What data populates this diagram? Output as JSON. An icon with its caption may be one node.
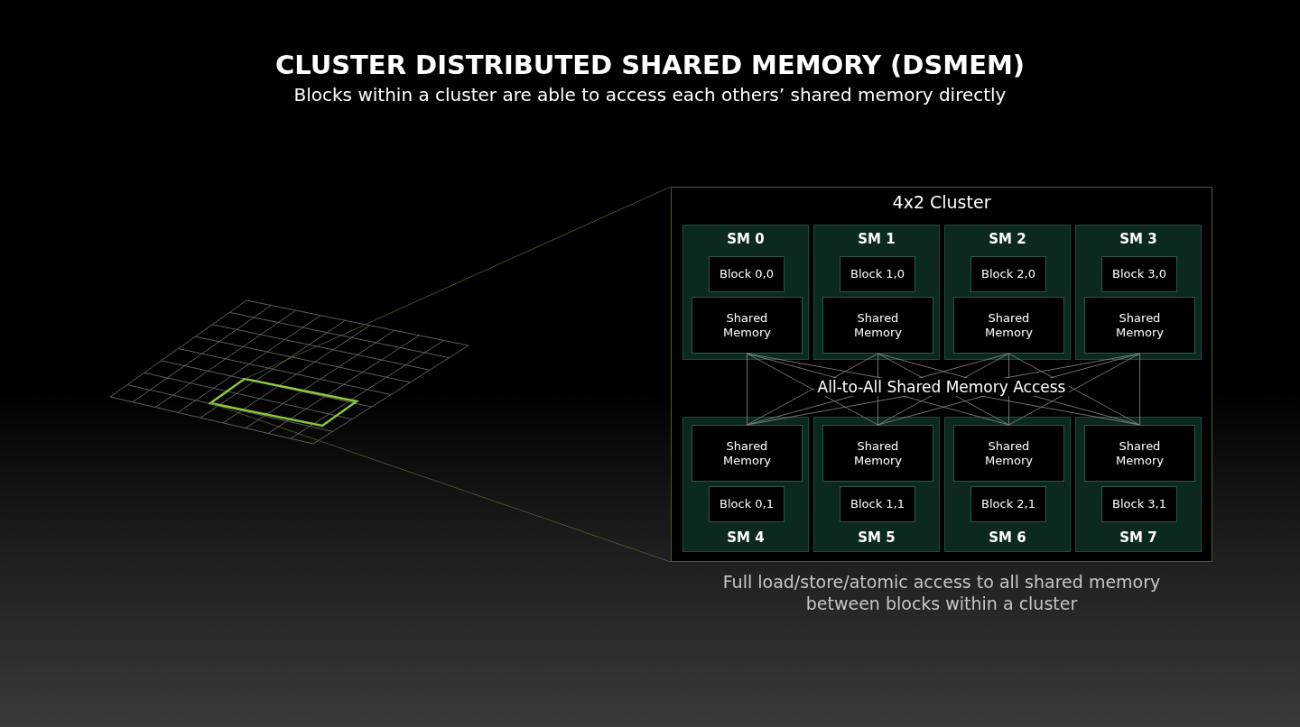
{
  "diagram": {
    "title": "CLUSTER DISTRIBUTED SHARED MEMORY (DSMEM)",
    "caption": "Full load/store/atomic access to all shared memory between blocks within a cluster",
    "nodes": [
      {
        "text": [
          "4x2 Cluster"
        ]
      },
      {
        "text": [
          "SM 0"
        ],
        "in": 0
      },
      {
        "text": [
          "Block 0,0"
        ],
        "in": 1
      },
      {
        "text": [
          "Shared Memory"
        ],
        "in": 1
      },
      {
        "text": [
          "SM 1"
        ],
        "in": 0
      },
      {
        "text": [
          "Block 1,0"
        ],
        "in": 4
      },
      {
        "text": [
          "Shared Memory"
        ],
        "in": 4
      },
      {
        "text": [
          "SM 2"
        ],
        "in": 0
      },
      {
        "text": [
          "Block 2,0"
        ],
        "in": 7
      },
      {
        "text": [
          "Shared Memory"
        ],
        "in": 7
      },
      {
        "text": [
          "SM 3"
        ],
        "in": 0
      },
      {
        "text": [
          "Block 3,0"
        ],
        "in": 10
      },
      {
        "text": [
          "Shared Memory"
        ],
        "in": 10
      },
      {
        "text": [
          "SM 4"
        ],
        "in": 0
      },
      {
        "text": [
          "Shared Memory"
        ],
        "in": 13
      },
      {
        "text": [
          "Block 0,1"
        ],
        "in": 13
      },
      {
        "text": [
          "SM 5"
        ],
        "in": 0
      },
      {
        "text": [
          "Shared Memory"
        ],
        "in": 16
      },
      {
        "text": [
          "Block 1,1"
        ],
        "in": 16
      },
      {
        "text": [
          "SM 6"
        ],
        "in": 0
      },
      {
        "text": [
          "Shared Memory"
        ],
        "in": 19
      },
      {
        "text": [
          "Block 2,1"
        ],
        "in": 19
      },
      {
        "text": [
          "SM 7"
        ],
        "in": 0
      },
      {
        "text": [
          "Shared Memory"
        ],
        "in": 22
      },
      {
        "text": [
          "Block 3,1"
        ],
        "in": 22
      },
      {
        "text": [],
        "shape": "box"
      }
    ],
    "edges": [
      {
        "from": 25,
        "to": 0,
        "arrow": "none",
        "color": "#5c6233"
      },
      {
        "from": 25,
        "to": 0,
        "arrow": "none",
        "color": "#5c6233"
      },
      {
        "from": 3,
        "to": 14,
        "arrow": "none"
      },
      {
        "from": 3,
        "to": 17,
        "arrow": "none"
      },
      {
        "from": 3,
        "to": 20,
        "arrow": "none"
      },
      {
        "from": 3,
        "to": 23,
        "arrow": "none"
      },
      {
        "from": 6,
        "to": 14,
        "arrow": "none"
      },
      {
        "from": 6,
        "to": 17,
        "arrow": "none"
      },
      {
        "from": 6,
        "to": 20,
        "arrow": "none"
      },
      {
        "from": 6,
        "to": 23,
        "arrow": "none"
      },
      {
        "from": 9,
        "to": 14,
        "arrow": "none"
      },
      {
        "from": 9,
        "to": 17,
        "arrow": "none"
      },
      {
        "from": 9,
        "to": 20,
        "arrow": "none"
      },
      {
        "from": 9,
        "to": 23,
        "arrow": "none"
      },
      {
        "from": 12,
        "to": 14,
        "arrow": "none"
      },
      {
        "from": 12,
        "to": 17,
        "arrow": "none"
      },
      {
        "from": 12,
        "to": 20,
        "arrow": "none"
      },
      {
        "from": 12,
        "to": 23,
        "arrow": "none"
      }
    ],
    "labels": [
      "Blocks within a cluster are able to access each others’ shared memory directly",
      "All-to-All Shared Memory Access"
    ]
  }
}
